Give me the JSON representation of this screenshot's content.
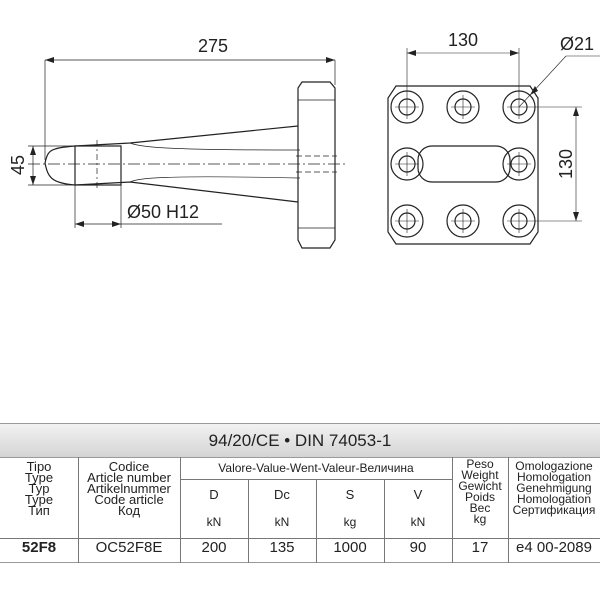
{
  "drawing": {
    "dim_length": "275",
    "dim_height": "45",
    "dim_bore": "Ø50 H12",
    "dim_width": "130",
    "dim_hole": "Ø21",
    "dim_vertical": "130"
  },
  "table": {
    "banner": "94/20/CE • DIN 74053-1",
    "h_tipo": "Tipo\nType\nTyp\nType\nТип",
    "h_codice": "Codice\nArticle number\nArtikelnummer\nCode article\nКод",
    "h_valore": "Valore-Value-Went-Valeur-Величина",
    "h_peso": "Peso\nWeight\nGewicht\nPoids\nВес\nkg",
    "h_omolog": "Omologazione\nHomologation\nGenehmigung\nHomologation\nСертификация",
    "sub": [
      {
        "name": "D",
        "unit": "kN"
      },
      {
        "name": "Dc",
        "unit": "kN"
      },
      {
        "name": "S",
        "unit": "kg"
      },
      {
        "name": "V",
        "unit": "kN"
      }
    ],
    "row": {
      "tipo": "52F8",
      "codice": "OC52F8E",
      "d": "200",
      "dc": "135",
      "s": "1000",
      "v": "90",
      "peso": "17",
      "omolog": "e4 00-2089"
    }
  }
}
